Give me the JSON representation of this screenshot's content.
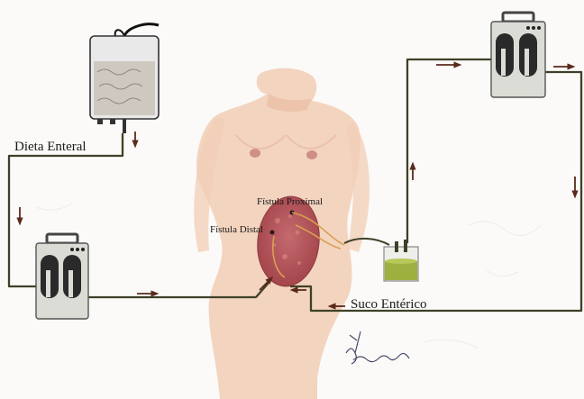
{
  "labels": {
    "diet": "Dieta Enteral",
    "fistula_proximal": "Fístula Proximal",
    "fistula_distal": "Fístula Distal",
    "suco": "Suco Entérico",
    "signature": "Batista"
  },
  "colors": {
    "tube": "#3e4128",
    "skin": "#f1cdb5",
    "wound": "#b6575c",
    "pump": "#dcdcd6",
    "pump_dark": "#2a2a2a",
    "collector_fluid": "#9db040"
  },
  "icons": {
    "bag": "enteral-feeding-bag-icon",
    "pump": "infusion-pump-icon",
    "collector": "collection-cup-icon",
    "arrow": "flow-arrow-icon"
  }
}
